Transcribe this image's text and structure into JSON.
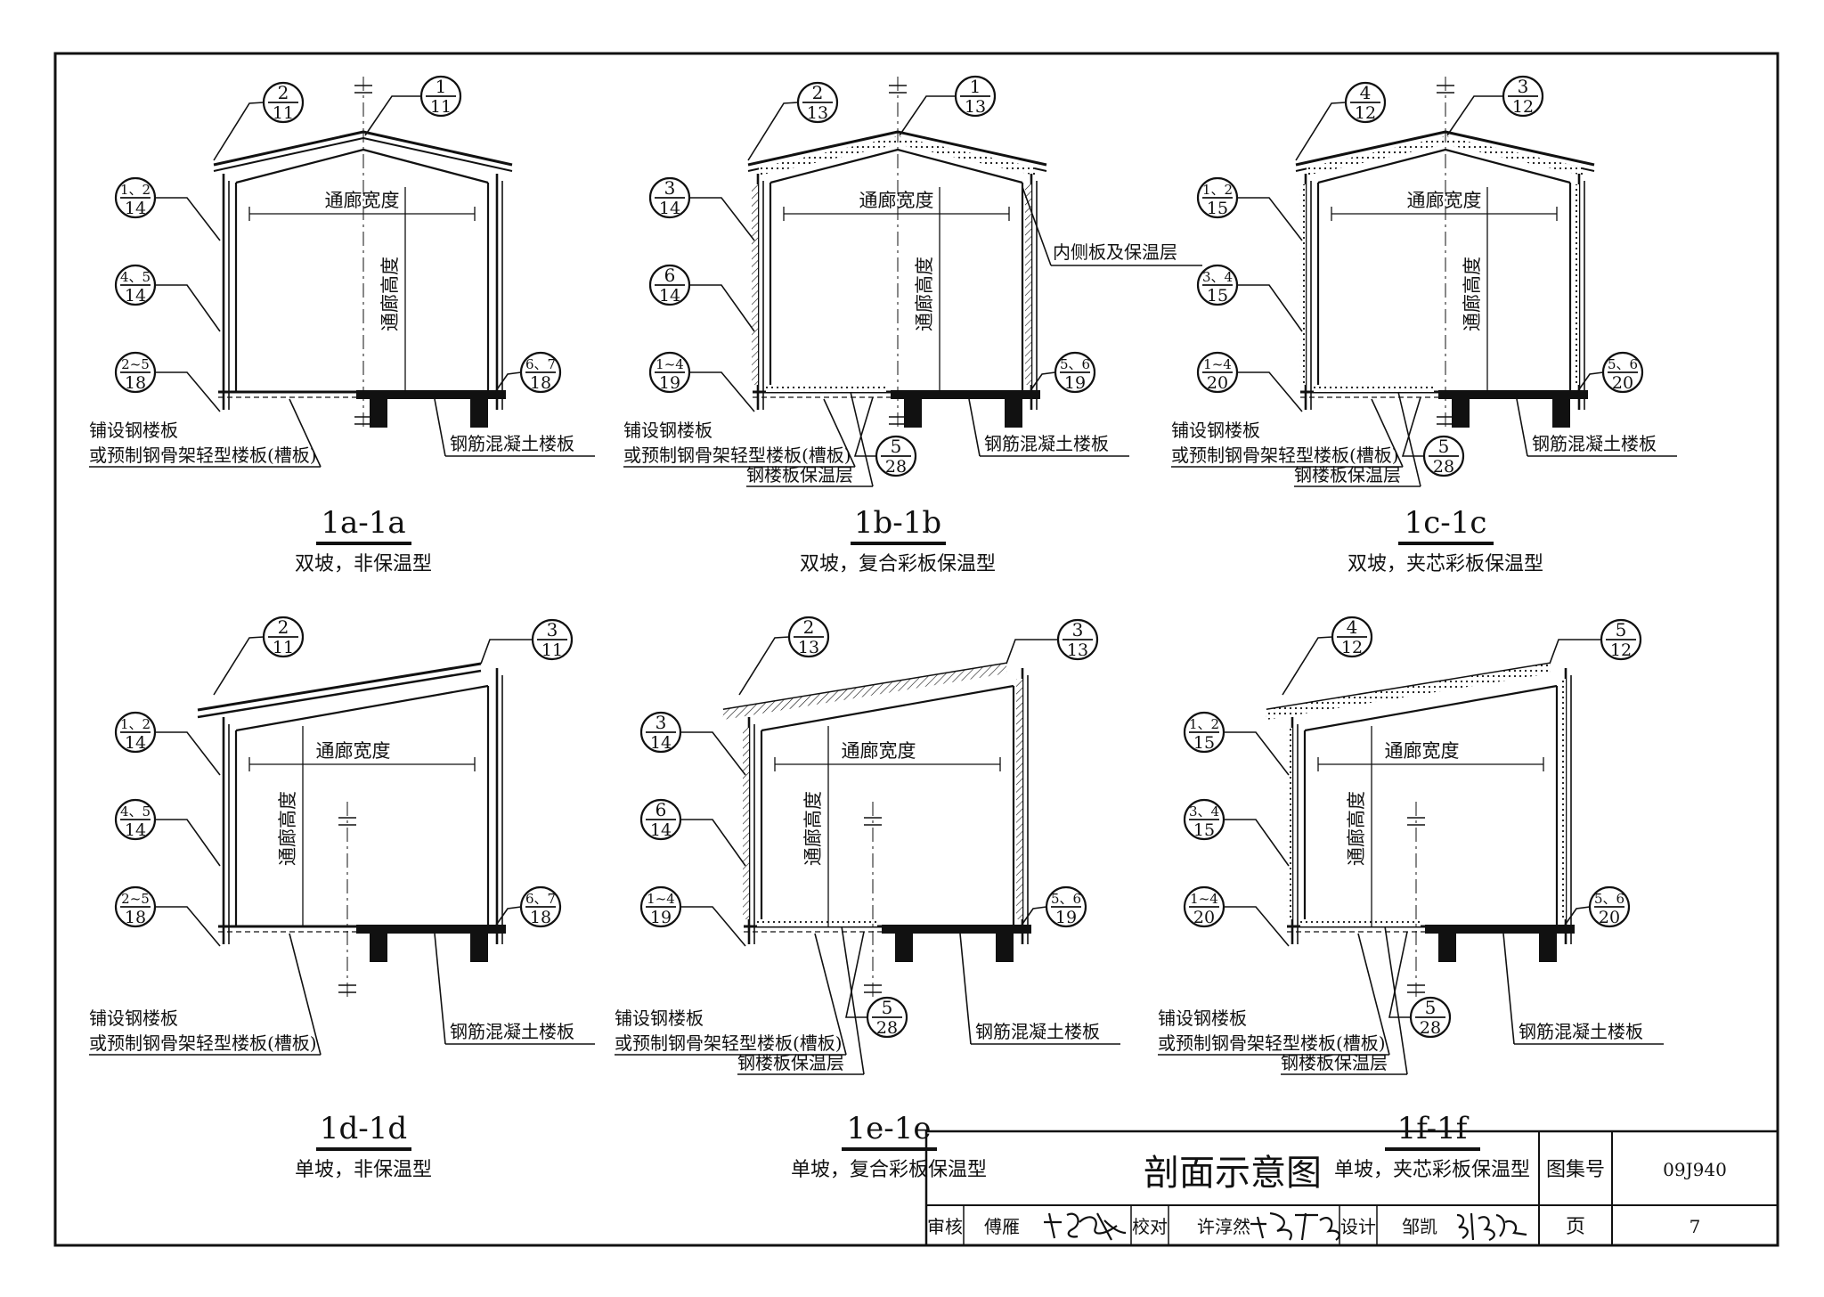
{
  "sections": [
    {
      "id": "1a",
      "title": "1a-1a",
      "subtitle": "双坡，非保温型",
      "shape": "double",
      "type": "plain",
      "lbl_width": "通廊宽度",
      "lbl_height": "通廊高度",
      "lbl_floor1": "铺设钢楼板",
      "lbl_floor2": "或预制钢骨架轻型楼板(槽板)",
      "lbl_concrete": "钢筋混凝土楼板",
      "lbl_inner": "",
      "lbl_insul": "",
      "b_roof_l": [
        "2",
        "11"
      ],
      "b_roof_r": [
        "1",
        "11"
      ],
      "b_wall_top": [
        "1、2",
        "14"
      ],
      "b_wall_mid": [
        "4、5",
        "14"
      ],
      "b_wall_bot": [
        "2~5",
        "18"
      ],
      "b_right": [
        "6、7",
        "18"
      ],
      "b_floor": null
    },
    {
      "id": "1b",
      "title": "1b-1b",
      "subtitle": "双坡，复合彩板保温型",
      "shape": "double",
      "type": "composite",
      "lbl_width": "通廊宽度",
      "lbl_height": "通廊高度",
      "lbl_floor1": "铺设钢楼板",
      "lbl_floor2": "或预制钢骨架轻型楼板(槽板)",
      "lbl_concrete": "钢筋混凝土楼板",
      "lbl_inner": "内侧板及保温层",
      "lbl_insul": "钢楼板保温层",
      "b_roof_l": [
        "2",
        "13"
      ],
      "b_roof_r": [
        "1",
        "13"
      ],
      "b_wall_top": [
        "3",
        "14"
      ],
      "b_wall_mid": [
        "6",
        "14"
      ],
      "b_wall_bot": [
        "1~4",
        "19"
      ],
      "b_right": [
        "5、6",
        "19"
      ],
      "b_floor": [
        "5",
        "28"
      ]
    },
    {
      "id": "1c",
      "title": "1c-1c",
      "subtitle": "双坡，夹芯彩板保温型",
      "shape": "double",
      "type": "sandwich",
      "lbl_width": "通廊宽度",
      "lbl_height": "通廊高度",
      "lbl_floor1": "铺设钢楼板",
      "lbl_floor2": "或预制钢骨架轻型楼板(槽板)",
      "lbl_concrete": "钢筋混凝土楼板",
      "lbl_inner": "",
      "lbl_insul": "钢楼板保温层",
      "b_roof_l": [
        "4",
        "12"
      ],
      "b_roof_r": [
        "3",
        "12"
      ],
      "b_wall_top": [
        "1、2",
        "15"
      ],
      "b_wall_mid": [
        "3、4",
        "15"
      ],
      "b_wall_bot": [
        "1~4",
        "20"
      ],
      "b_right": [
        "5、6",
        "20"
      ],
      "b_floor": [
        "5",
        "28"
      ]
    },
    {
      "id": "1d",
      "title": "1d-1d",
      "subtitle": "单坡，非保温型",
      "shape": "single",
      "type": "plain",
      "lbl_width": "通廊宽度",
      "lbl_height": "通廊高度",
      "lbl_floor1": "铺设钢楼板",
      "lbl_floor2": "或预制钢骨架轻型楼板(槽板)",
      "lbl_concrete": "钢筋混凝土楼板",
      "lbl_inner": "",
      "lbl_insul": "",
      "b_roof_l": [
        "2",
        "11"
      ],
      "b_roof_r": [
        "3",
        "11"
      ],
      "b_wall_top": [
        "1、2",
        "14"
      ],
      "b_wall_mid": [
        "4、5",
        "14"
      ],
      "b_wall_bot": [
        "2~5",
        "18"
      ],
      "b_right": [
        "6、7",
        "18"
      ],
      "b_floor": null
    },
    {
      "id": "1e",
      "title": "1e-1e",
      "subtitle": "单坡，复合彩板保温型",
      "shape": "single",
      "type": "composite",
      "lbl_width": "通廊宽度",
      "lbl_height": "通廊高度",
      "lbl_floor1": "铺设钢楼板",
      "lbl_floor2": "或预制钢骨架轻型楼板(槽板)",
      "lbl_concrete": "钢筋混凝土楼板",
      "lbl_inner": "",
      "lbl_insul": "钢楼板保温层",
      "b_roof_l": [
        "2",
        "13"
      ],
      "b_roof_r": [
        "3",
        "13"
      ],
      "b_wall_top": [
        "3",
        "14"
      ],
      "b_wall_mid": [
        "6",
        "14"
      ],
      "b_wall_bot": [
        "1~4",
        "19"
      ],
      "b_right": [
        "5、6",
        "19"
      ],
      "b_floor": [
        "5",
        "28"
      ]
    },
    {
      "id": "1f",
      "title": "1f-1f",
      "subtitle": "单坡，夹芯彩板保温型",
      "shape": "single",
      "type": "sandwich",
      "lbl_width": "通廊宽度",
      "lbl_height": "通廊高度",
      "lbl_floor1": "铺设钢楼板",
      "lbl_floor2": "或预制钢骨架轻型楼板(槽板)",
      "lbl_concrete": "钢筋混凝土楼板",
      "lbl_inner": "",
      "lbl_insul": "钢楼板保温层",
      "b_roof_l": [
        "4",
        "12"
      ],
      "b_roof_r": [
        "5",
        "12"
      ],
      "b_wall_top": [
        "1、2",
        "15"
      ],
      "b_wall_mid": [
        "3、4",
        "15"
      ],
      "b_wall_bot": [
        "1~4",
        "20"
      ],
      "b_right": [
        "5、6",
        "20"
      ],
      "b_floor": [
        "5",
        "28"
      ]
    }
  ],
  "title_block": {
    "drawing_title": "剖面示意图",
    "atlas_label": "图集号",
    "atlas_value": "09J940",
    "page_label": "页",
    "page_value": "7",
    "review_label": "审核",
    "review_name": "傅雁",
    "check_label": "校对",
    "check_name": "许淳然",
    "design_label": "设计",
    "design_name": "邹凯"
  }
}
